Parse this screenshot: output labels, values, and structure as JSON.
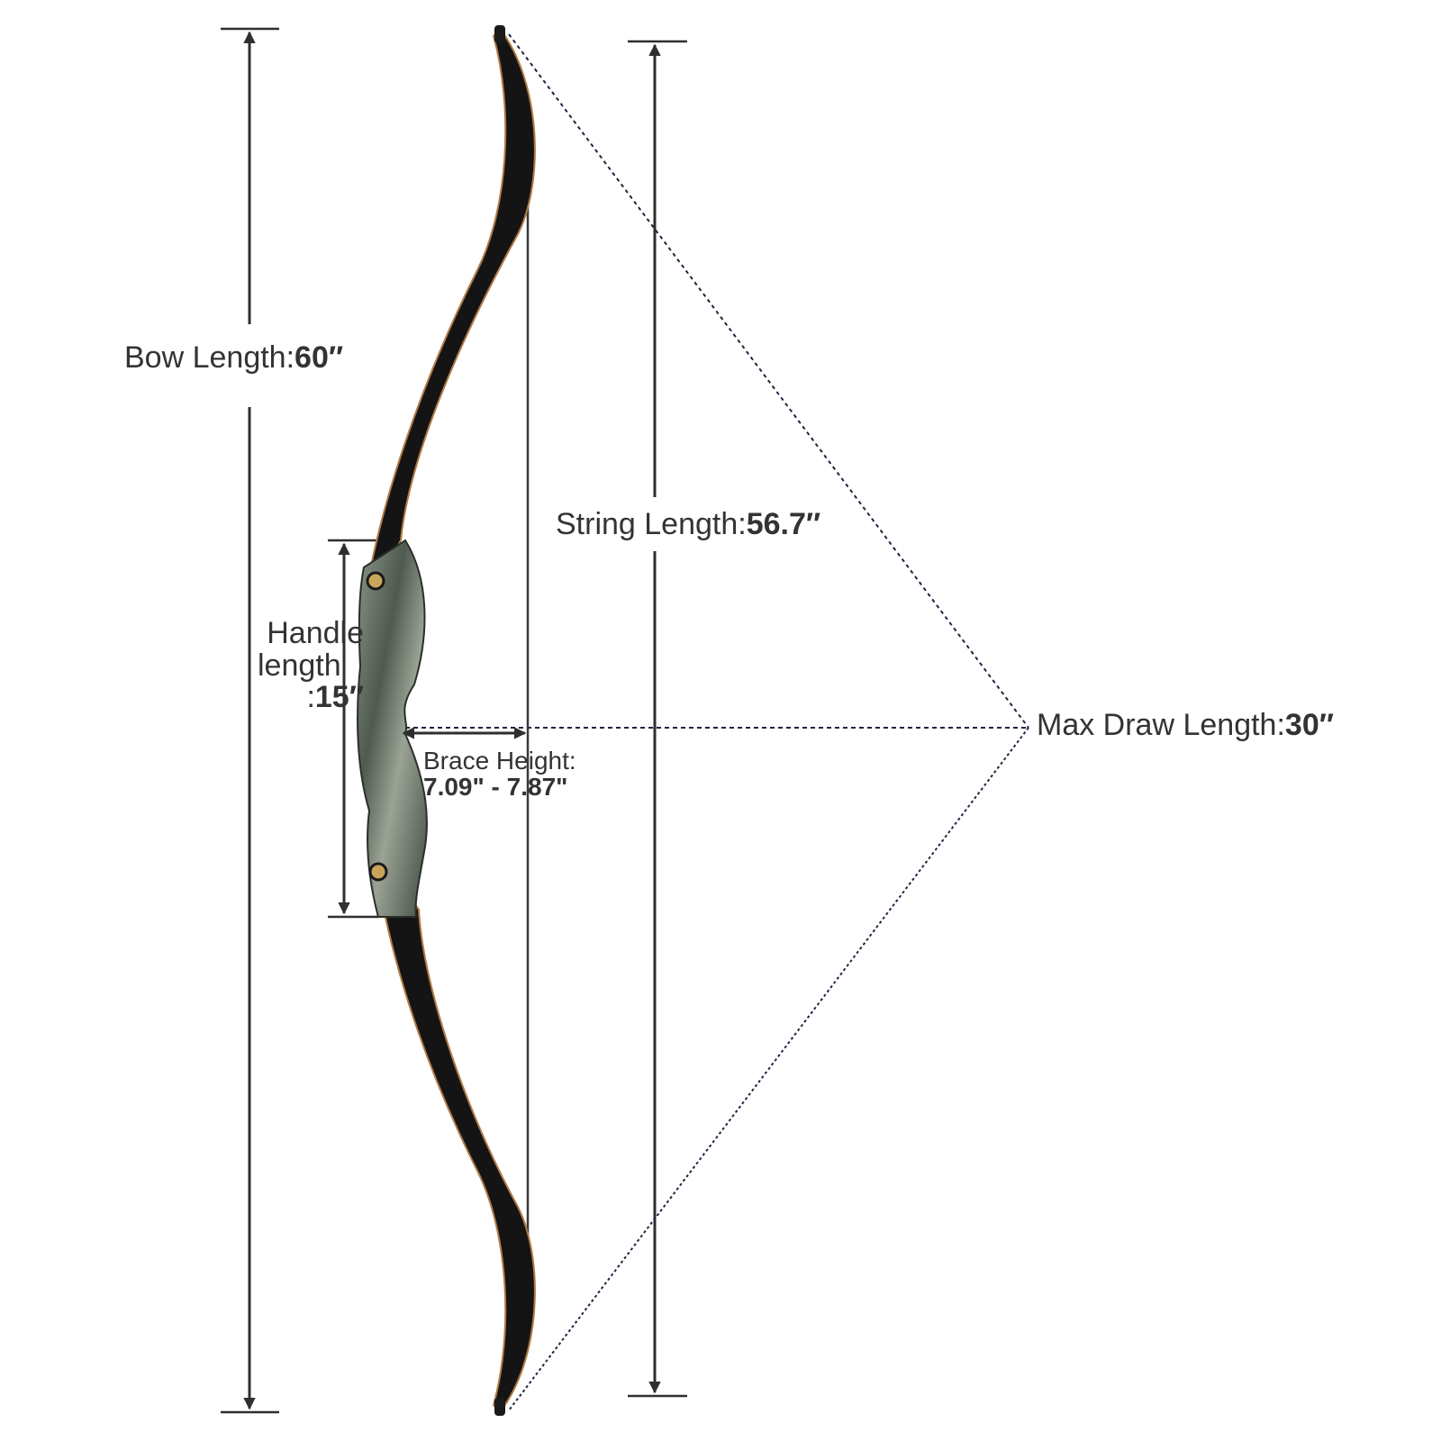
{
  "labels": {
    "bow_length": {
      "name": "Bow Length:",
      "value": "60″"
    },
    "string_length": {
      "name": "String Length:",
      "value": "56.7″"
    },
    "handle_length": {
      "line1": "Handle",
      "line2": "length",
      "prefix": ":",
      "value": "15″"
    },
    "brace_height": {
      "name": "Brace Height:",
      "value": "7.09\" - 7.87\""
    },
    "max_draw_length": {
      "name": "Max Draw Length:",
      "value": "30″"
    }
  },
  "colors": {
    "text": "#333333",
    "dimension_line": "#2f2f2f",
    "draw_dotted_line": "#1f2440",
    "limb": "#141414",
    "limb_edge": "#b07a45",
    "riser_wood": "#6f7a6c",
    "string": "#3a3a3a"
  }
}
